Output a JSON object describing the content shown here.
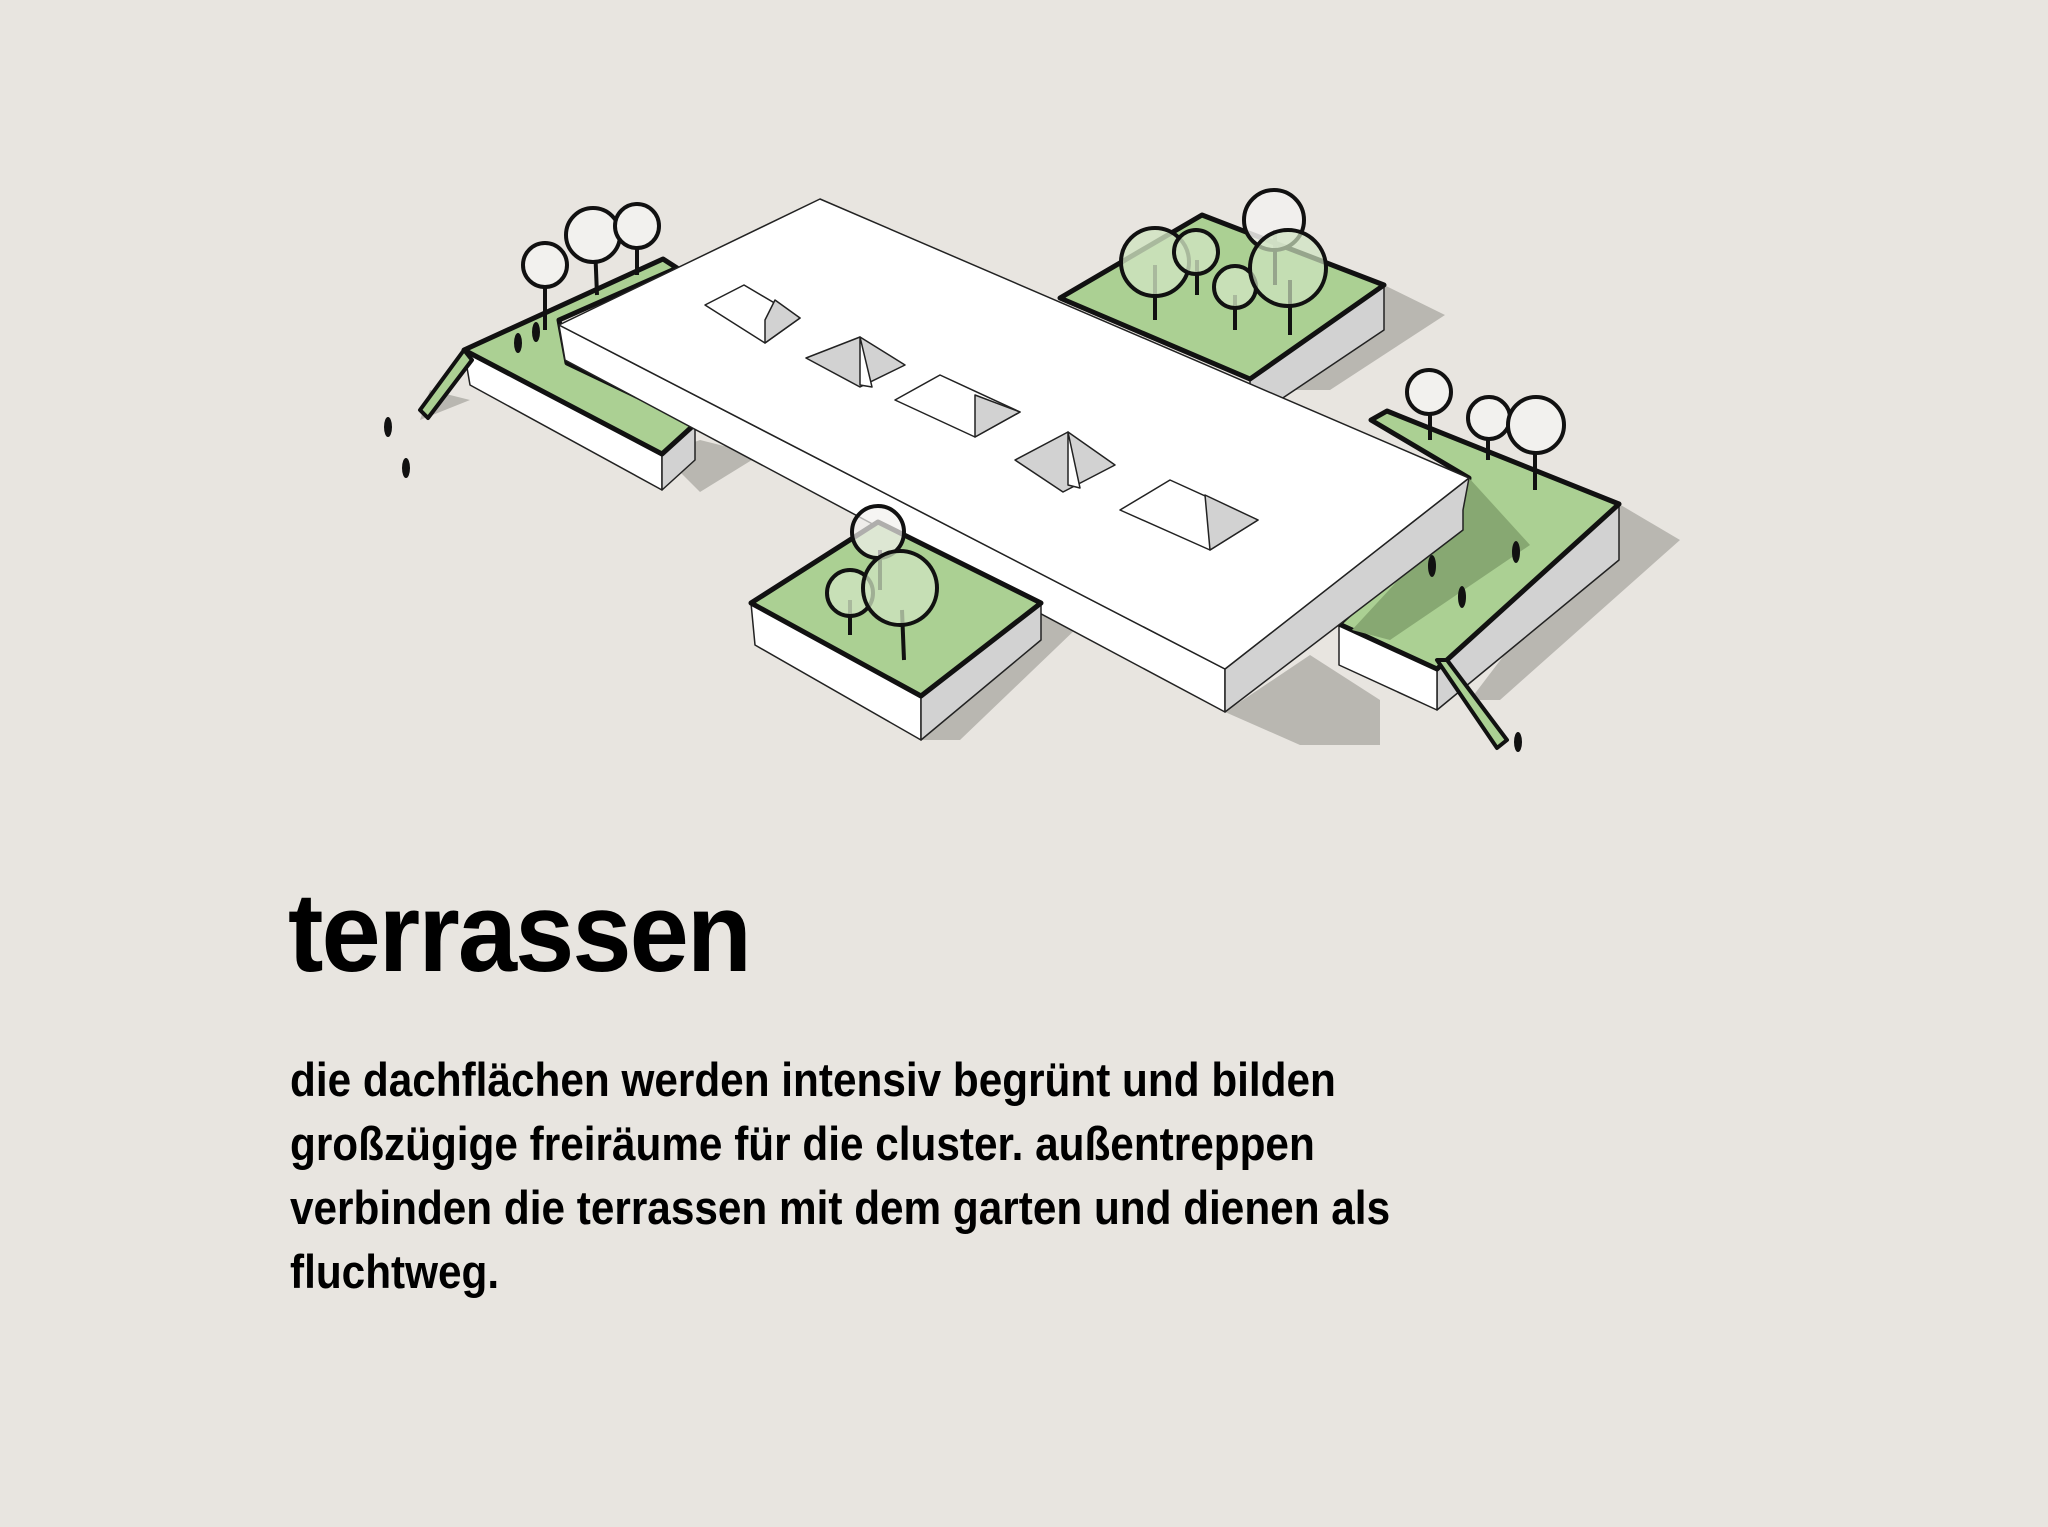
{
  "heading": "terrassen",
  "description_lines": [
    "die dachflächen werden intensiv begrünt und bilden",
    "großzügige freiräume für die cluster. außentreppen",
    "verbinden die terrassen mit dem garten und dienen als",
    "fluchtweg."
  ],
  "colors": {
    "background": "#e8e5e0",
    "roof_green": "#abd093",
    "roof_green_dark": "#87a872",
    "shadow": "#b9b7b1",
    "wall_side": "#d2d2d2"
  }
}
